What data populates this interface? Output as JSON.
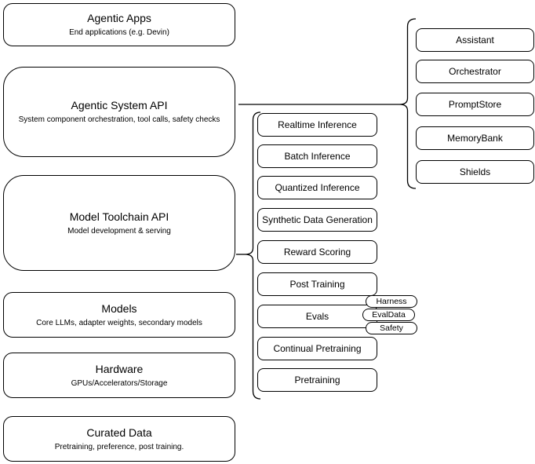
{
  "diagram": {
    "colors": {
      "stroke": "#000000",
      "fill": "#ffffff",
      "background": "#ffffff"
    },
    "left_stack": [
      {
        "title": "Agentic Apps",
        "subtitle": "End applications (e.g. Devin)"
      },
      {
        "title": "Agentic System API",
        "subtitle": "System component orchestration, tool calls, safety checks"
      },
      {
        "title": "Model Toolchain API",
        "subtitle": "Model development & serving"
      },
      {
        "title": "Models",
        "subtitle": "Core LLMs, adapter weights, secondary models"
      },
      {
        "title": "Hardware",
        "subtitle": "GPUs/Accelerators/Storage"
      },
      {
        "title": "Curated Data",
        "subtitle": "Pretraining, preference, post training."
      }
    ],
    "toolchain_items": [
      "Realtime Inference",
      "Batch Inference",
      "Quantized Inference",
      "Synthetic Data Generation",
      "Reward Scoring",
      "Post Training",
      "Evals",
      "Continual Pretraining",
      "Pretraining"
    ],
    "evals_tags": [
      "Harness",
      "EvalData",
      "Safety"
    ],
    "system_components": [
      "Assistant",
      "Orchestrator",
      "PromptStore",
      "MemoryBank",
      "Shields"
    ]
  }
}
